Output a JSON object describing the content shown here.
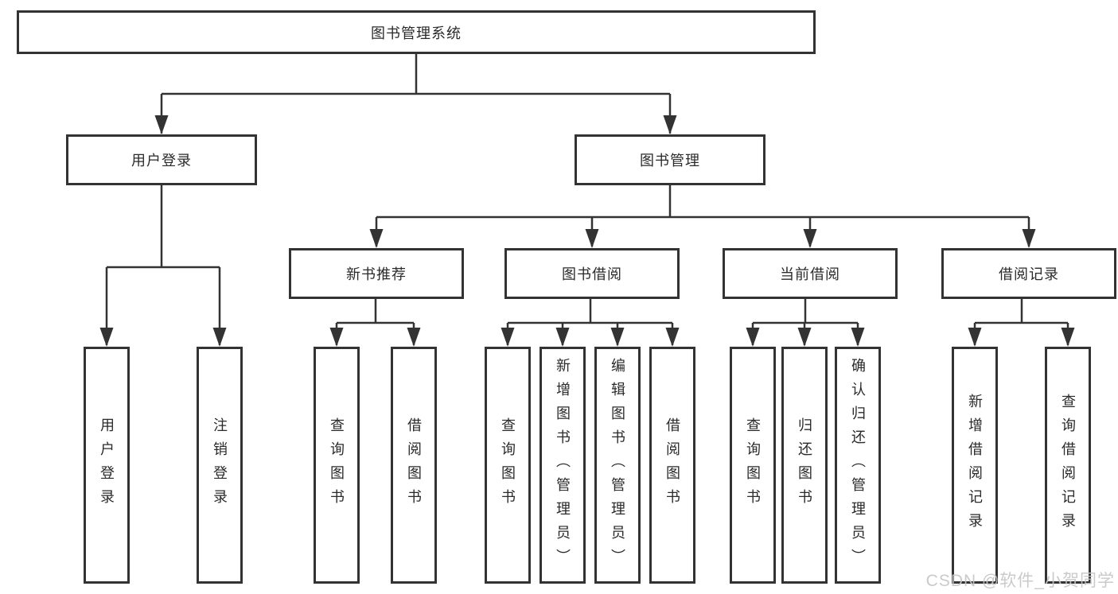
{
  "diagram_title": "图书管理系统",
  "tree": {
    "label": "图书管理系统",
    "children": [
      {
        "label": "用户登录",
        "children": [
          {
            "label": "用户登录"
          },
          {
            "label": "注销登录"
          }
        ]
      },
      {
        "label": "图书管理",
        "children": [
          {
            "label": "新书推荐",
            "children": [
              {
                "label": "查询图书"
              },
              {
                "label": "借阅图书"
              }
            ]
          },
          {
            "label": "图书借阅",
            "children": [
              {
                "label": "查询图书"
              },
              {
                "label": "新增图书（管理员）"
              },
              {
                "label": "编辑图书（管理员）"
              },
              {
                "label": "借阅图书"
              }
            ]
          },
          {
            "label": "当前借阅",
            "children": [
              {
                "label": "查询图书"
              },
              {
                "label": "归还图书"
              },
              {
                "label": "确认归还（管理员）"
              }
            ]
          },
          {
            "label": "借阅记录",
            "children": [
              {
                "label": "新增借阅记录"
              },
              {
                "label": "查询借阅记录"
              }
            ]
          }
        ]
      }
    ]
  },
  "watermark": "CSDN @软件_小贺同学",
  "colors": {
    "line": "#333333",
    "box_border": "#333333",
    "text": "#2a2a2a",
    "background": "#ffffff",
    "watermark": "#c6c6c6"
  }
}
